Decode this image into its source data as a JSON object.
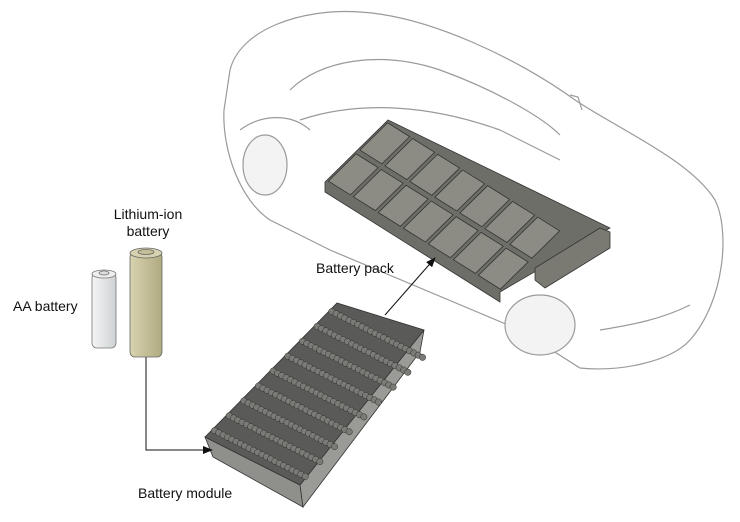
{
  "labels": {
    "lithium_line1": "Lithium-ion",
    "lithium_line2": "battery",
    "aa": "AA battery",
    "pack": "Battery pack",
    "module": "Battery module"
  },
  "colors": {
    "aa_body": "#e4e6e8",
    "liion_body": "#c9c39c",
    "pack_cell": "#8c8c84",
    "module_body": "#5a5a58",
    "car_outline": "#9a9a9a"
  }
}
